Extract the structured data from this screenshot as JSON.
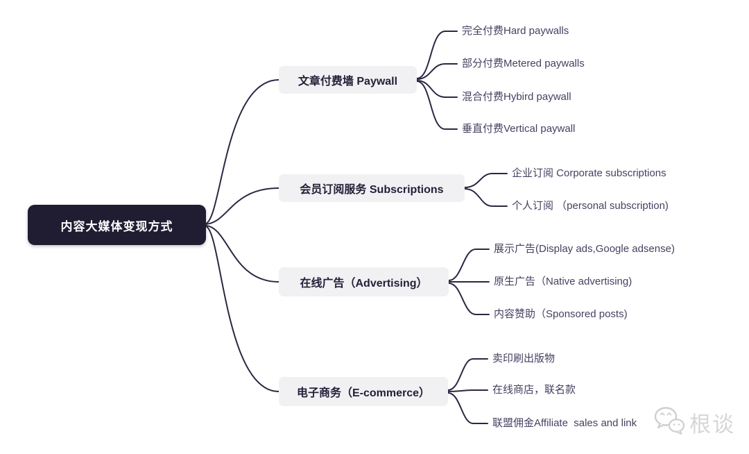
{
  "diagram": {
    "type": "mindmap",
    "root": {
      "label": "内容大媒体变现方式"
    },
    "branches": [
      {
        "label": "文章付费墙 Paywall",
        "children": [
          {
            "label": "完全付费Hard paywalls"
          },
          {
            "label": "部分付费Metered paywalls"
          },
          {
            "label": "混合付费Hybird paywall"
          },
          {
            "label": "垂直付费Vertical paywall"
          }
        ]
      },
      {
        "label": "会员订阅服务 Subscriptions",
        "children": [
          {
            "label": "企业订阅 Corporate subscriptions"
          },
          {
            "label": "个人订阅 （personal subscription)"
          }
        ]
      },
      {
        "label": "在线广告（Advertising）",
        "children": [
          {
            "label": "展示广告(Display ads,Google adsense)"
          },
          {
            "label": "原生广告（Native advertising)"
          },
          {
            "label": "内容赞助（Sponsored posts)"
          }
        ]
      },
      {
        "label": "电子商务（E-commerce）",
        "children": [
          {
            "label": "卖印刷出版物"
          },
          {
            "label": "在线商店，联名款"
          },
          {
            "label": "联盟佣金Affiliate  sales and link"
          }
        ]
      }
    ]
  },
  "watermark": {
    "icon": "wechat-icon",
    "text": "根谈"
  },
  "colors": {
    "background": "#ffffff",
    "root_bg": "#201c31",
    "root_text": "#ffffff",
    "branch_bg": "#f1f1f3",
    "branch_text": "#232038",
    "leaf_text": "#454160",
    "line": "#2b2741",
    "watermark": "#d6d6d6"
  }
}
